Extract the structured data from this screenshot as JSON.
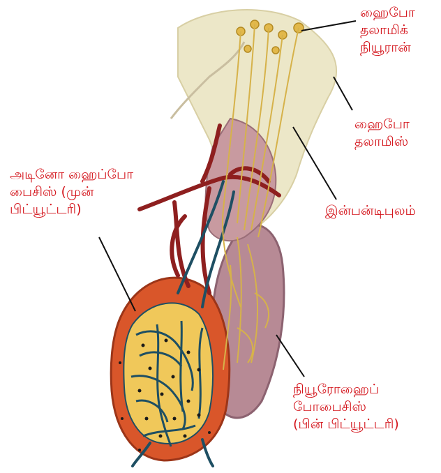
{
  "colors": {
    "label_text": "#d4161d",
    "leader_line": "#111111",
    "anterior_lobe": "#d9562a",
    "anterior_cells": "#f0c85a",
    "vessels_red": "#8e1f1f",
    "vessels_blue": "#1e4f63",
    "posterior_lobe": "#b78a95",
    "nerve_fibers": "#e8d27a",
    "brain_tissue": "#ece7c8"
  },
  "labels": {
    "hypothalamic_neuron": [
      "ஹைபோ",
      "தலாமிக்",
      "நியூரான்"
    ],
    "hypothalamus": [
      "ஹைபோ",
      "தலாமிஸ்"
    ],
    "infundibulum": [
      "இன்பன்டிபுலம்"
    ],
    "adenohypophysis": [
      "அடினோ ஹைப்போ",
      "பைசிஸ் (முன்",
      "பிட்யூட்டரி)"
    ],
    "neurohypophysis": [
      "நியூரோஹைப்",
      "போபைசிஸ்",
      "(பின் பிட்யூட்டரி)"
    ]
  }
}
